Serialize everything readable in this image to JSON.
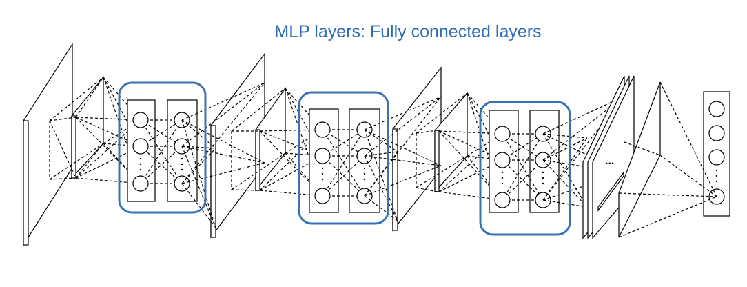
{
  "title": "MLP layers: Fully connected layers",
  "colors": {
    "title": "#2e6db4",
    "highlight": "#3a73b4",
    "lines": "#000000"
  },
  "blocks": [
    {
      "name": "block-1",
      "mlp_layers": 2,
      "units_shown": 3,
      "dots_between": true
    },
    {
      "name": "block-2",
      "mlp_layers": 2,
      "units_shown": 3,
      "dots_between": true
    },
    {
      "name": "block-3",
      "mlp_layers": 2,
      "units_shown": 3,
      "dots_between": true
    }
  ],
  "final_stage": {
    "ellipsis": "...",
    "output_units_shown": 4
  }
}
